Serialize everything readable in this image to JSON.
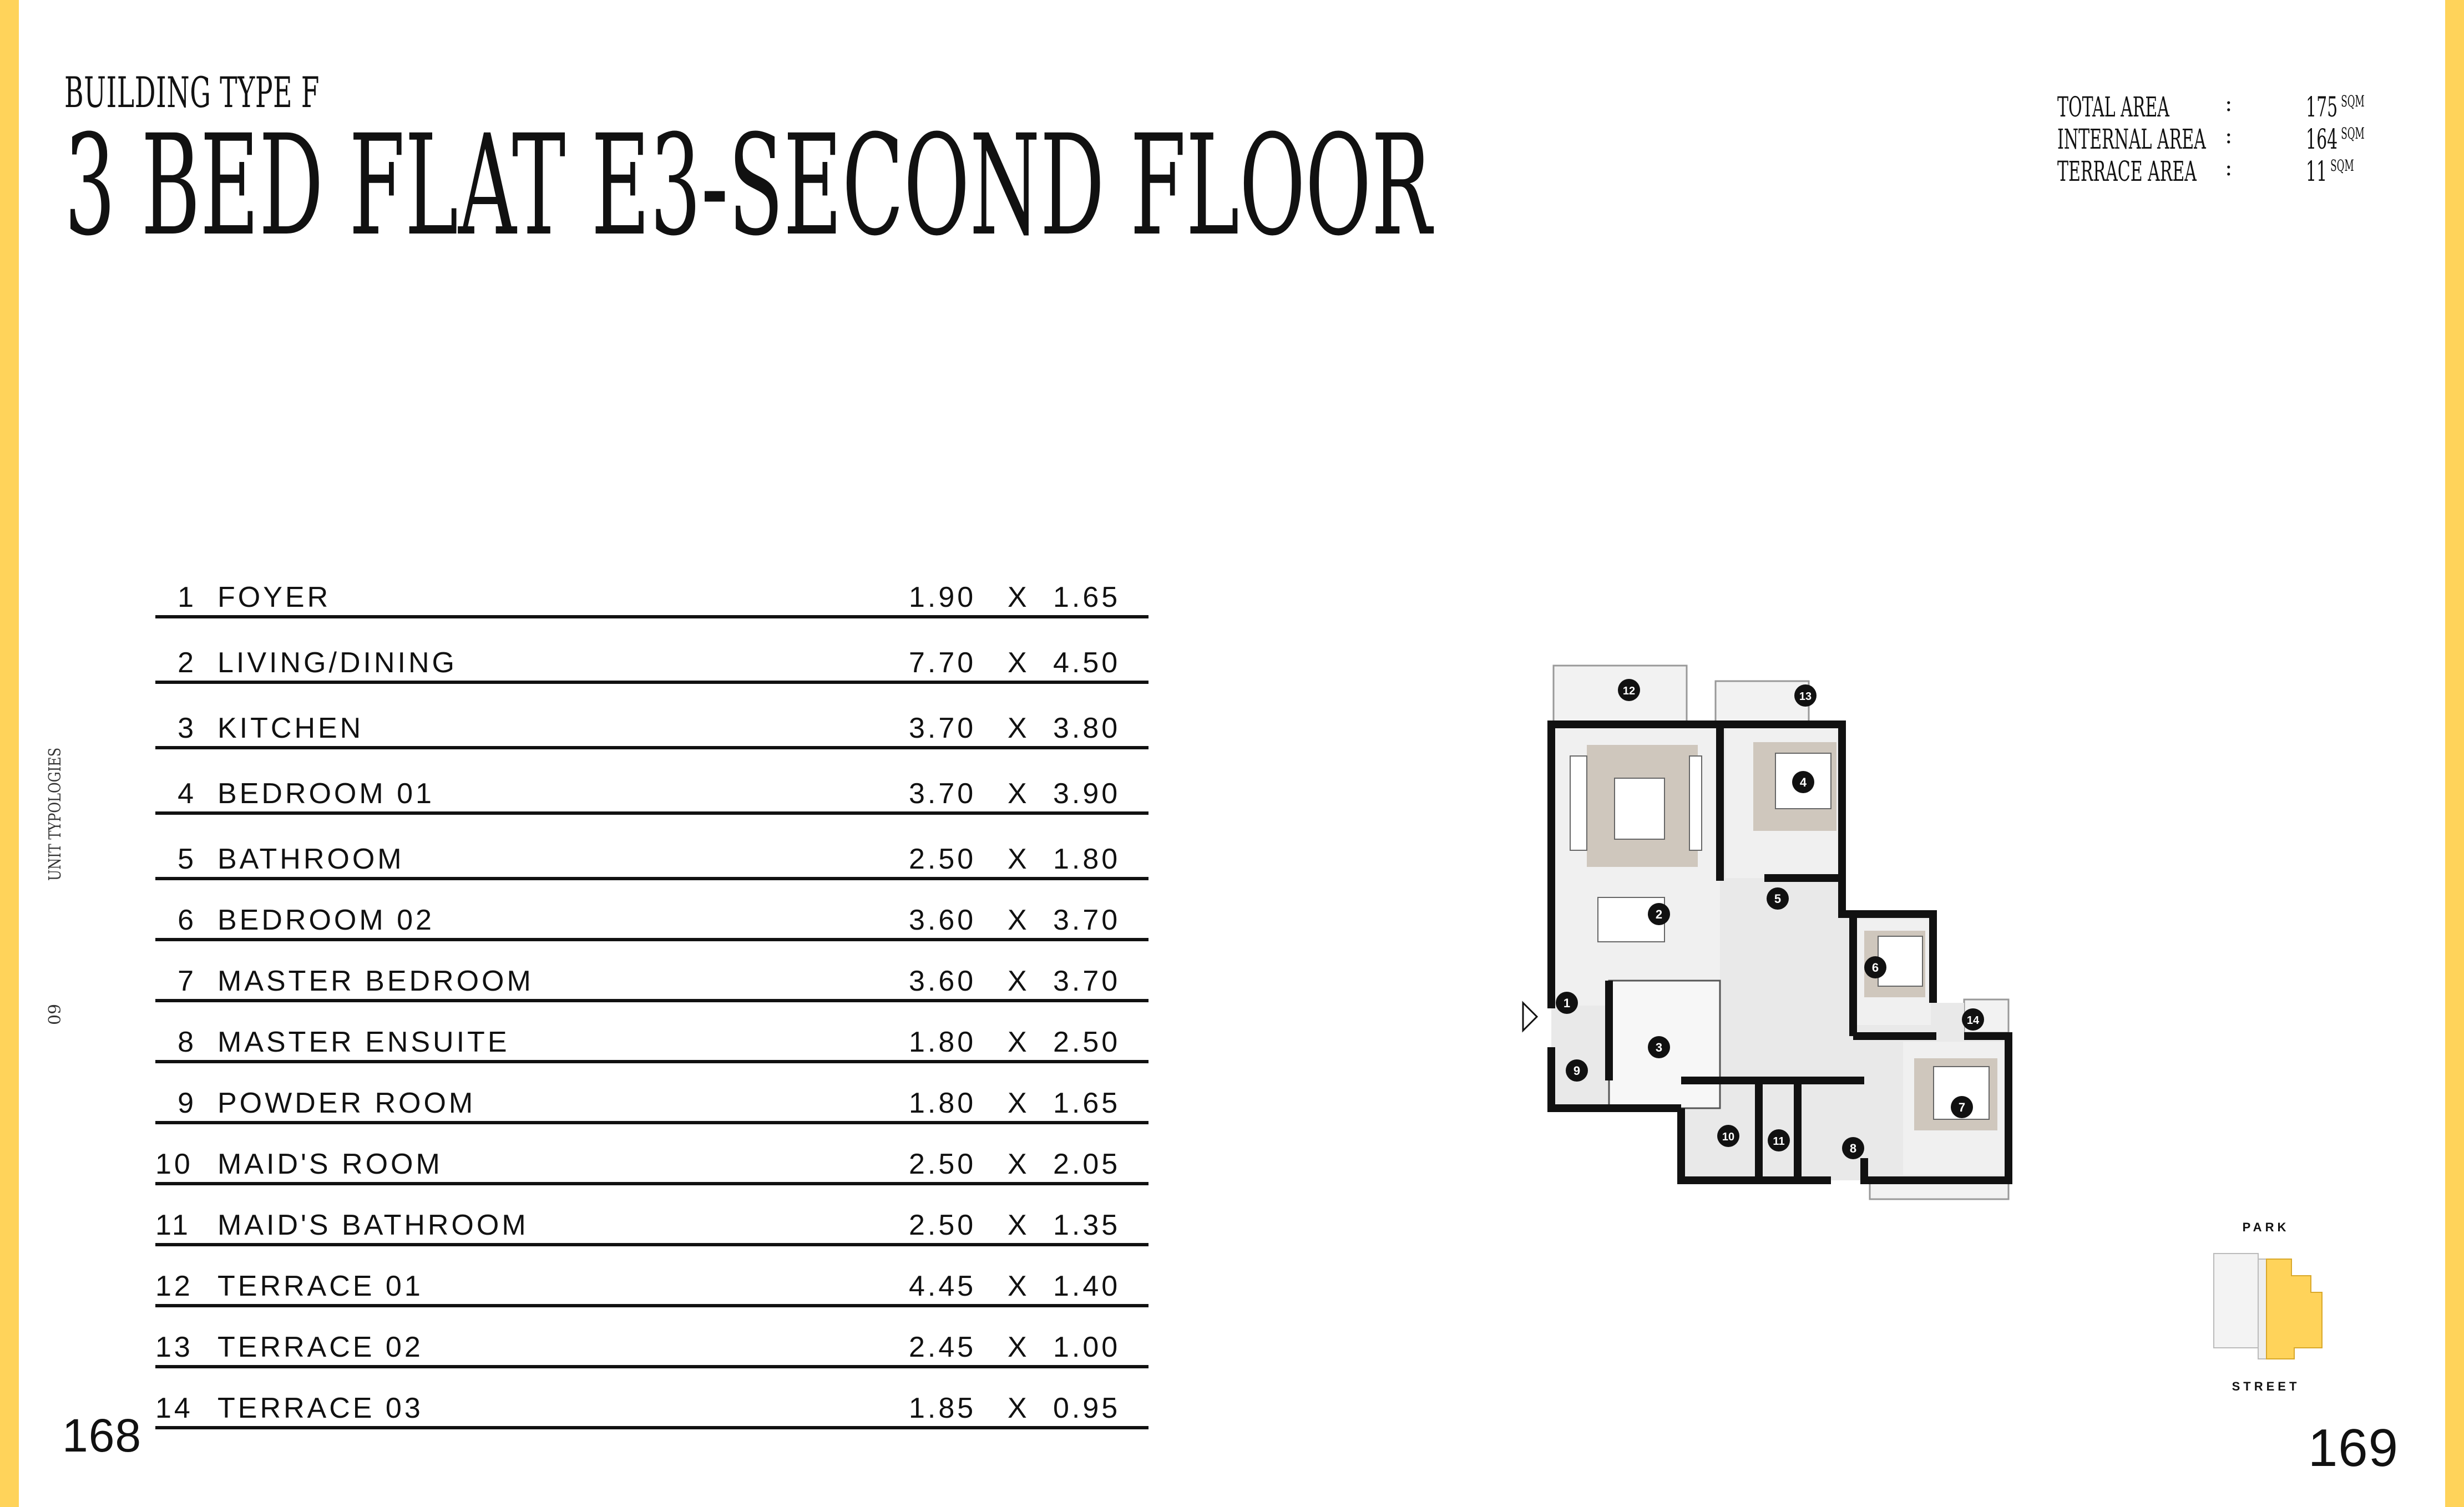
{
  "header": {
    "building_type": "BUILDING TYPE F",
    "title": "3 BED FLAT E3-SECOND FLOOR"
  },
  "areas": [
    {
      "label": "TOTAL AREA",
      "colon": ":",
      "value": "175",
      "unit": "SQM"
    },
    {
      "label": "INTERNAL AREA",
      "colon": ":",
      "value": "164",
      "unit": "SQM"
    },
    {
      "label": "TERRACE AREA",
      "colon": ":",
      "value": "11",
      "unit": "SQM"
    }
  ],
  "side": {
    "section": "UNIT TYPOLOGIES",
    "page": "09"
  },
  "rooms": [
    {
      "num": "1",
      "name": "FOYER",
      "w": "1.90",
      "x": "X",
      "l": "1.65"
    },
    {
      "num": "2",
      "name": "LIVING/DINING",
      "w": "7.70",
      "x": "X",
      "l": "4.50"
    },
    {
      "num": "3",
      "name": "KITCHEN",
      "w": "3.70",
      "x": "X",
      "l": "3.80"
    },
    {
      "num": "4",
      "name": "BEDROOM 01",
      "w": "3.70",
      "x": "X",
      "l": "3.90"
    },
    {
      "num": "5",
      "name": "BATHROOM",
      "w": "2.50",
      "x": "X",
      "l": "1.80"
    },
    {
      "num": "6",
      "name": "BEDROOM 02",
      "w": "3.60",
      "x": "X",
      "l": "3.70"
    },
    {
      "num": "7",
      "name": "MASTER BEDROOM",
      "w": "3.60",
      "x": "X",
      "l": "3.70"
    },
    {
      "num": "8",
      "name": "MASTER ENSUITE",
      "w": "1.80",
      "x": "X",
      "l": "2.50"
    },
    {
      "num": "9",
      "name": "POWDER ROOM",
      "w": "1.80",
      "x": "X",
      "l": "1.65"
    },
    {
      "num": "10",
      "name": "MAID'S ROOM",
      "w": "2.50",
      "x": "X",
      "l": "2.05"
    },
    {
      "num": "11",
      "name": "MAID'S BATHROOM",
      "w": "2.50",
      "x": "X",
      "l": "1.35"
    },
    {
      "num": "12",
      "name": "TERRACE 01",
      "w": "4.45",
      "x": "X",
      "l": "1.40"
    },
    {
      "num": "13",
      "name": "TERRACE 02",
      "w": "2.45",
      "x": "X",
      "l": "1.00"
    },
    {
      "num": "14",
      "name": "TERRACE 03",
      "w": "1.85",
      "x": "X",
      "l": "0.95"
    }
  ],
  "plan_markers": [
    "1",
    "2",
    "3",
    "4",
    "5",
    "6",
    "7",
    "8",
    "9",
    "10",
    "11",
    "12",
    "13",
    "14"
  ],
  "key_plan": {
    "top_label": "PARK",
    "bottom_label": "STREET",
    "highlight_color": "#ffd35a"
  },
  "pages": {
    "left": "168",
    "right": "169"
  },
  "colors": {
    "accent": "#ffd35a",
    "text": "#111111"
  }
}
